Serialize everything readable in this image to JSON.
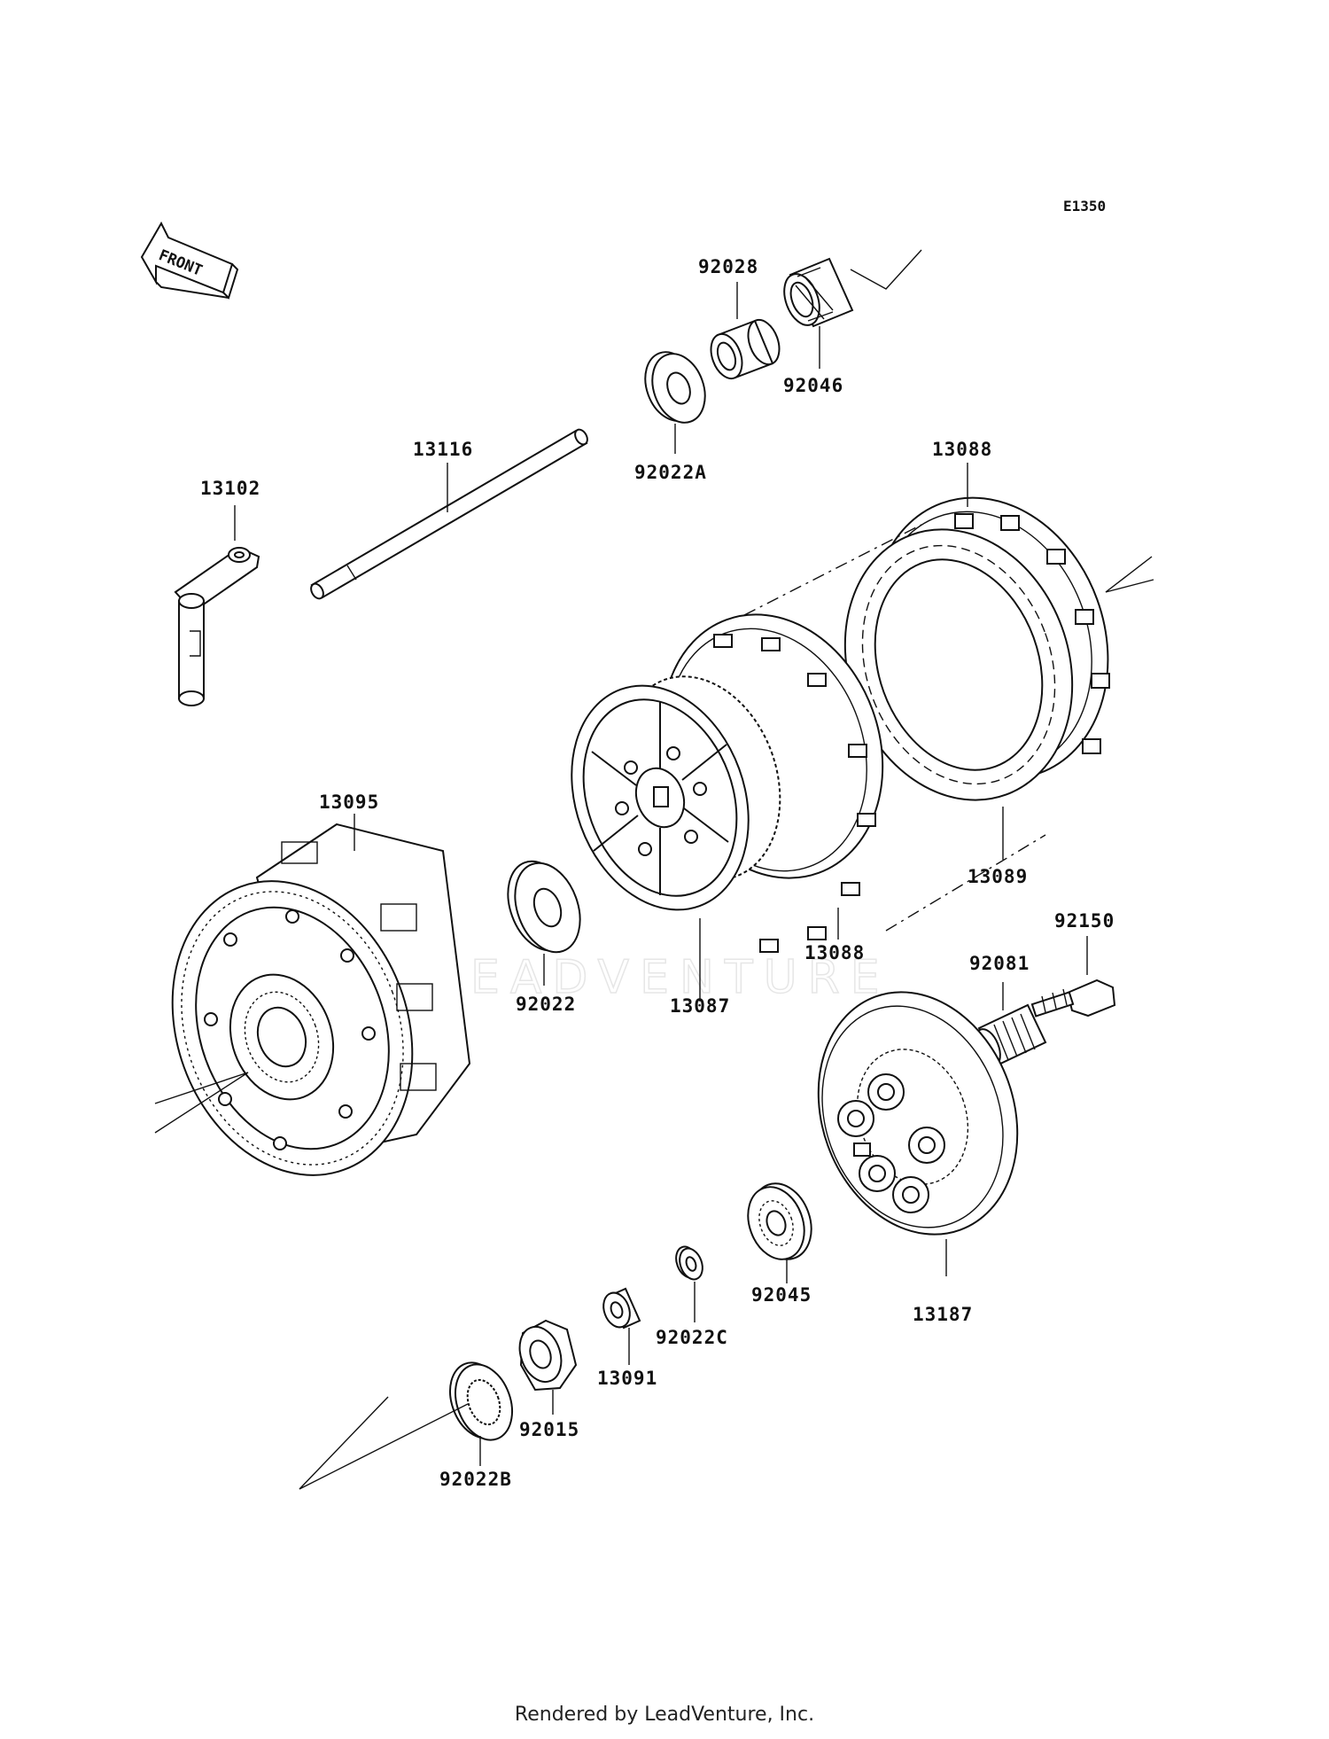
{
  "diagram": {
    "code": "E1350",
    "front_label": "FRONT",
    "watermark": "LEADVENTURE",
    "footer": "Rendered by LeadVenture, Inc.",
    "parts": {
      "p92028": "92028",
      "p92046": "92046",
      "p92022A": "92022A",
      "p13116": "13116",
      "p13102": "13102",
      "p13088_top": "13088",
      "p13089": "13089",
      "p13088_bottom": "13088",
      "p13095": "13095",
      "p92022": "92022",
      "p13087": "13087",
      "p92150": "92150",
      "p92081": "92081",
      "p92045": "92045",
      "p13187": "13187",
      "p92022C": "92022C",
      "p13091": "13091",
      "p92015": "92015",
      "p92022B": "92022B"
    }
  }
}
